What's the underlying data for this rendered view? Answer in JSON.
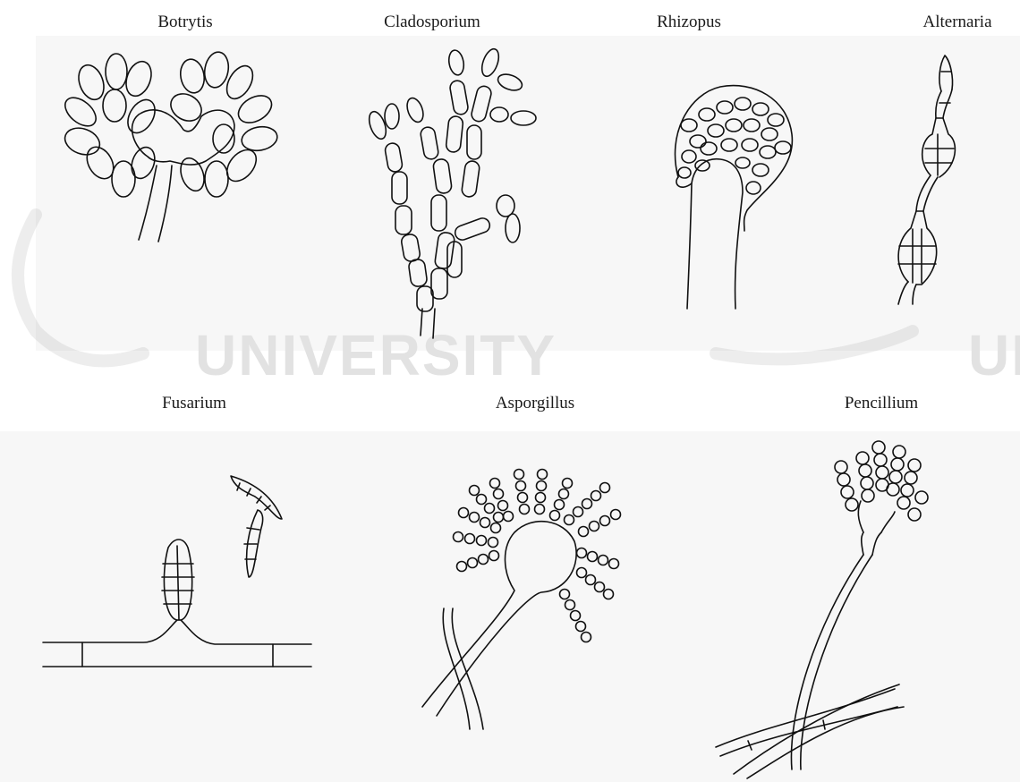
{
  "figure": {
    "watermark_text": "UNIVERSITY",
    "watermark_fragment": "UN",
    "top_row": [
      {
        "label": "Botrytis",
        "icon": "botrytis-drawing"
      },
      {
        "label": "Cladosporium",
        "icon": "cladosporium-drawing"
      },
      {
        "label": "Rhizopus",
        "icon": "rhizopus-drawing"
      },
      {
        "label": "Alternaria",
        "icon": "alternaria-drawing"
      }
    ],
    "bottom_row": [
      {
        "label": "Fusarium",
        "icon": "fusarium-drawing"
      },
      {
        "label": "Asporgillus",
        "icon": "aspergillus-drawing"
      },
      {
        "label": "Pencillium",
        "icon": "penicillium-drawing"
      }
    ]
  }
}
